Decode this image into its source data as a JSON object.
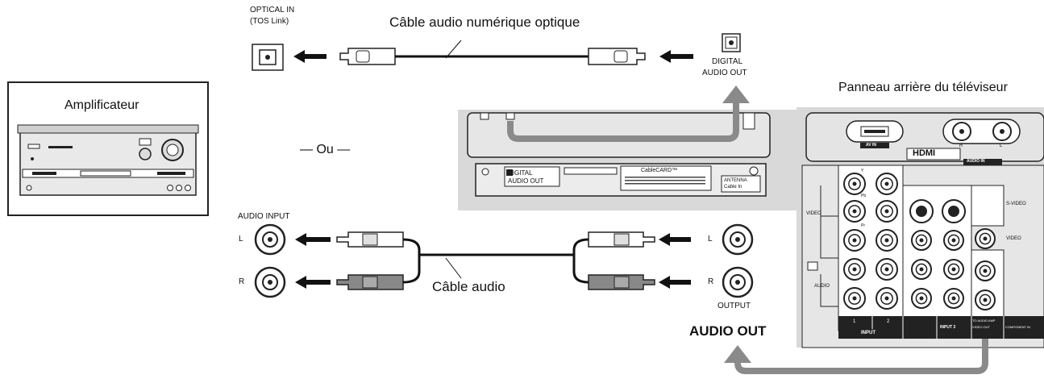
{
  "labels": {
    "amplifier": "Amplificateur",
    "tv_back_panel": "Panneau arrière du téléviseur",
    "or": "— Ou —",
    "optical_in_line1": "OPTICAL IN",
    "optical_in_line2": "(TOS Link)",
    "optical_cable": "Câble audio numérique optique",
    "digital_audio_out_line1": "DIGITAL",
    "digital_audio_out_line2": "AUDIO OUT",
    "audio_input": "AUDIO INPUT",
    "left": "L",
    "right": "R",
    "audio_cable": "Câble audio",
    "output": "OUTPUT",
    "audio_out": "AUDIO OUT"
  },
  "tv_panel": {
    "digital_audio_out_1": "DIGITAL",
    "digital_audio_out_2": "AUDIO OUT",
    "cablecard": "CableCARD™",
    "antenna_1": "ANTENNA",
    "antenna_2": "Cable In",
    "av_in": "AV IN",
    "hdmi": "HDMI",
    "audio_in": "AUDIO IN",
    "r": "R",
    "l": "L",
    "s_video": "S-VIDEO",
    "video": "VIDEO",
    "audio": "AUDIO",
    "input": "INPUT",
    "input_1": "1",
    "input_2": "2",
    "input_3": "INPUT 3",
    "to_audio_amp": "TO AUDIO AMP",
    "video_out": "VIDEO OUT",
    "component": "COMPONENT IN",
    "pb": "Pb",
    "pr": "Pr",
    "y": "Y"
  }
}
